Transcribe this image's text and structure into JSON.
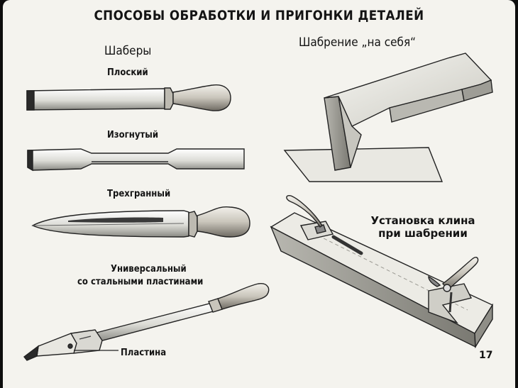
{
  "slide": {
    "title": "СПОСОБЫ ОБРАБОТКИ И ПРИГОНКИ ДЕТАЛЕЙ",
    "scrapers_heading": "Шаберы",
    "scraping_heading": "Шабрение „на себя“",
    "labels": {
      "flat": "Плоский",
      "bent": "Изогнутый",
      "triangular": "Трехгранный",
      "universal_line1": "Универсальный",
      "universal_line2": "со стальными пластинами",
      "plate": "Пластина",
      "wedge_line1": "Установка клина",
      "wedge_line2": "при шабрении"
    },
    "page_number": "17",
    "colors": {
      "paper": "#f4f3ee",
      "ink": "#141414",
      "frame": "#0d0d0d"
    }
  }
}
